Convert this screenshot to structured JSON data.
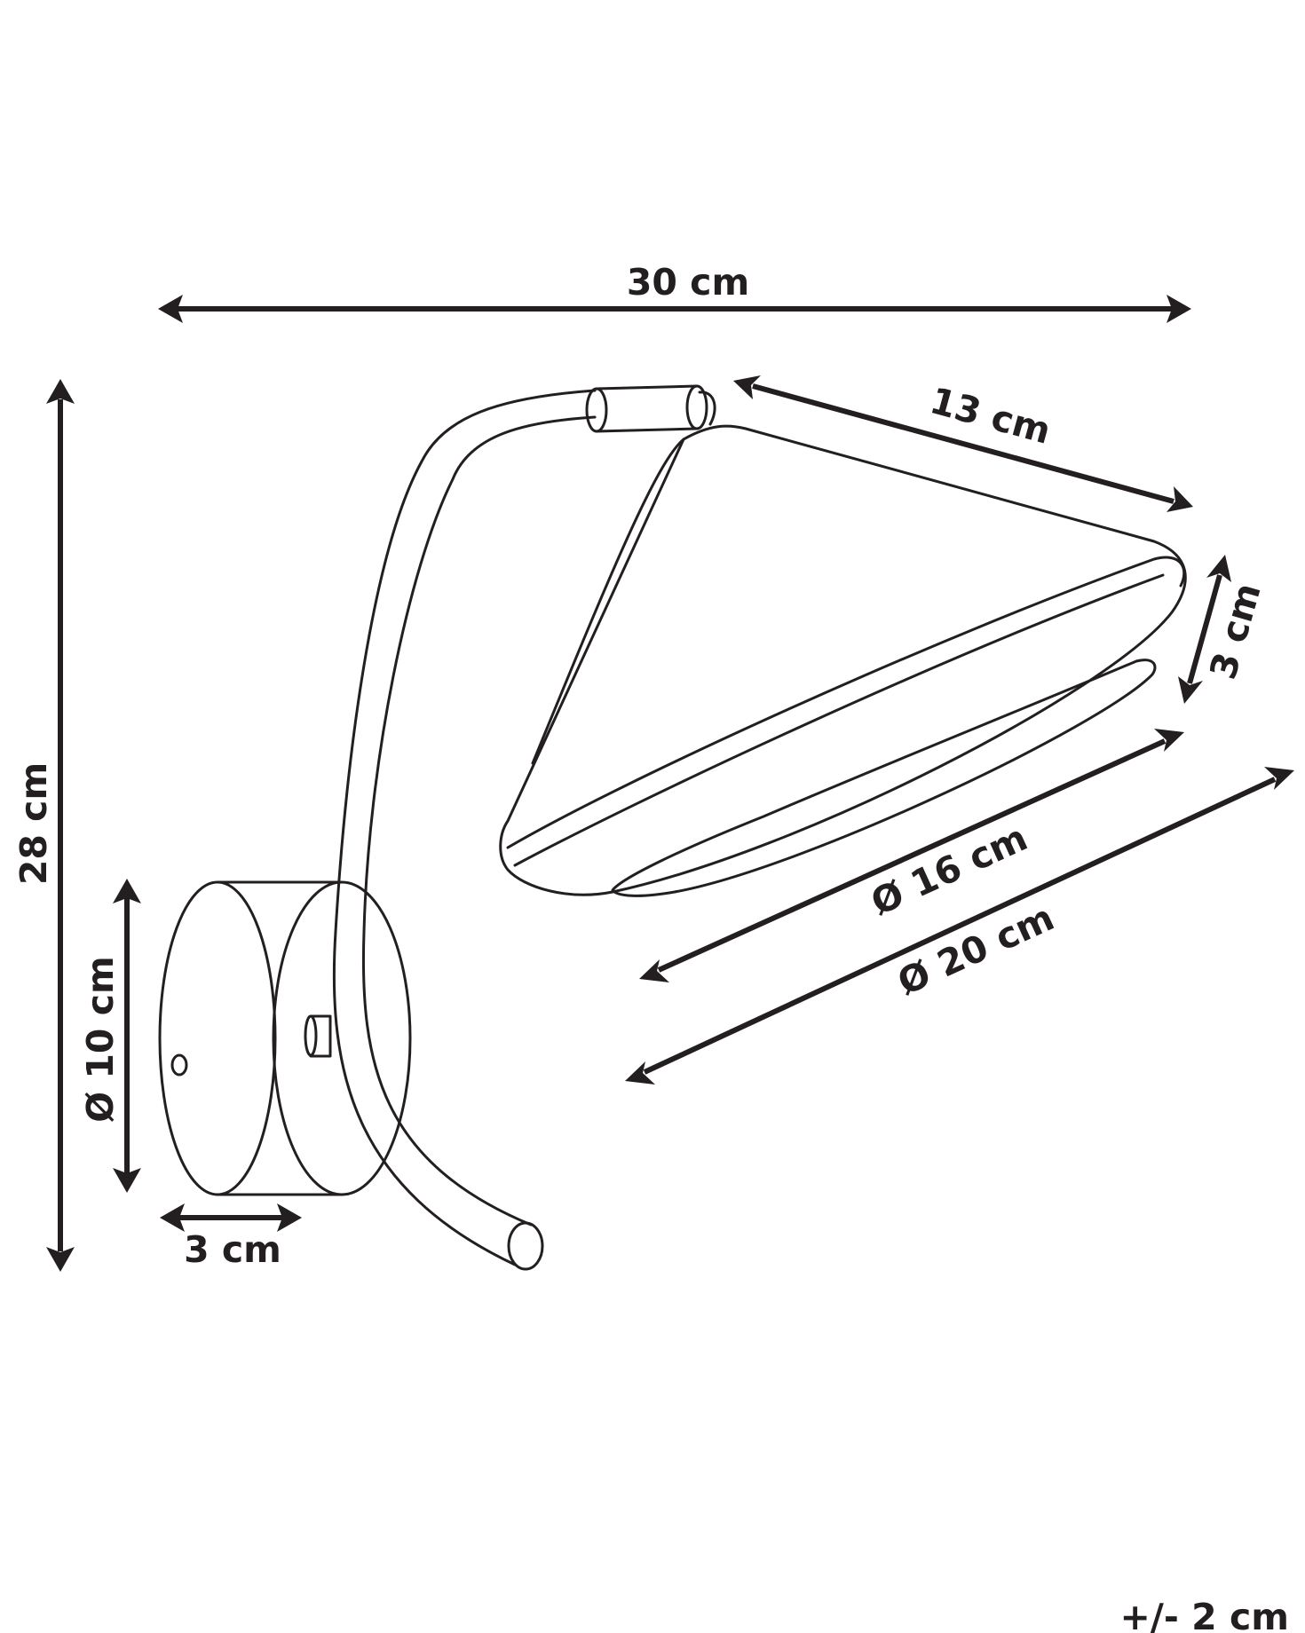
{
  "dimensions": {
    "total_width": "30 cm",
    "total_height": "28 cm",
    "shade_length": "13 cm",
    "shade_height": "3 cm",
    "shade_inner_diameter": "Ø 16 cm",
    "shade_outer_diameter": "Ø 20 cm",
    "base_diameter": "Ø 10 cm",
    "base_depth": "3 cm"
  },
  "tolerance": "+/- 2 cm",
  "colors": {
    "ink": "#231f20",
    "background": "#ffffff"
  }
}
